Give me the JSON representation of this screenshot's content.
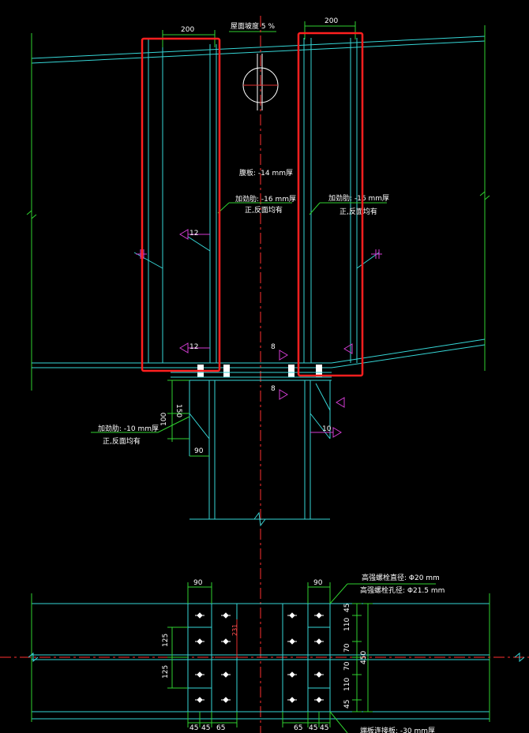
{
  "drawing": {
    "colors": {
      "background": "#000000",
      "member": "#36d6d6",
      "dimension": "#2fd02f",
      "highlight": "#ff1f1f",
      "weld": "#d23cd2",
      "centerline": "#ff3030"
    },
    "annotations": {
      "roof_slope": "屋面坡度 5 %",
      "web_plate": "腹板: -14 mm厚",
      "stiffener_left": "加劲肋: -16 mm厚",
      "stiffener_left_note": "正,反面均有",
      "stiffener_right": "加劲肋: -16 mm厚",
      "stiffener_right_note": "正,反面均有",
      "stiffener_lower": "加劲肋: -10 mm厚",
      "stiffener_lower_note": "正,反面均有",
      "bolt_diameter": "高强螺栓直径: Φ20 mm",
      "bolt_hole": "高强螺栓孔径: Φ21.5 mm",
      "end_plate": "端板连接板: -30 mm厚"
    },
    "dimensions": {
      "top_left_width": "200",
      "top_right_width": "200",
      "weld_12_upper": "12",
      "weld_12_lower": "12",
      "weld_8_upper": "8",
      "weld_8_lower": "8",
      "weld_10": "10",
      "stiff_150": "150",
      "stiff_100": "100",
      "stiff_90": "90",
      "plan_90_left": "90",
      "plan_90_right": "90",
      "plan_125_upper": "125",
      "plan_125_lower": "125",
      "plan_231": "231",
      "right_45_top": "45",
      "right_110_upper": "110",
      "right_70_upper": "70",
      "right_70_lower": "70",
      "right_110_lower": "110",
      "right_45_bottom": "45",
      "right_total": "450",
      "bottom_45_a": "45",
      "bottom_45_b": "45",
      "bottom_65_a": "65",
      "bottom_65_b": "65",
      "bottom_45_c": "45",
      "bottom_45_d": "45"
    }
  }
}
